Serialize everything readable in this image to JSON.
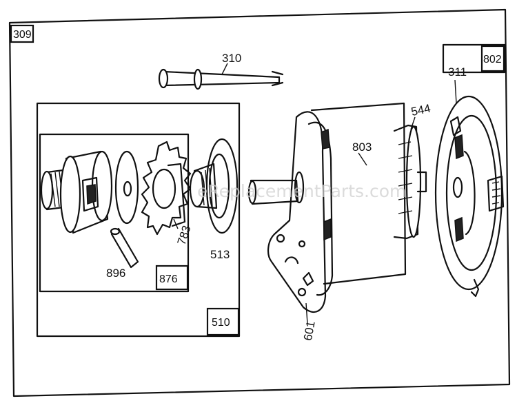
{
  "diagram": {
    "watermark": "eReplacementParts.com",
    "labels": {
      "frame": "309",
      "rod": "310",
      "drive_kit": "510",
      "drive_sub": "876",
      "cover": "802",
      "nut": "311",
      "gear": "544",
      "motor": "803",
      "bracket": "601",
      "roll_pin": "896",
      "pinion": "783",
      "clutch": "513"
    }
  }
}
